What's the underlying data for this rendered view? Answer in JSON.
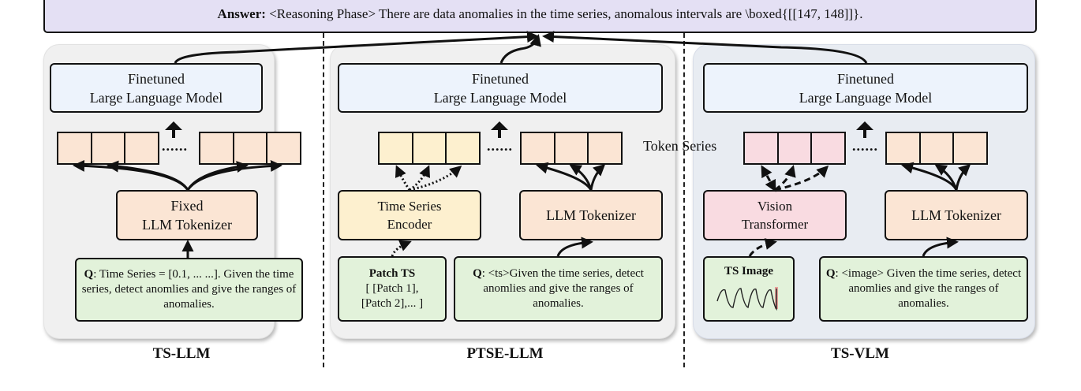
{
  "answer": {
    "prefix": "Answer:",
    "text": " <Reasoning Phase> There are data anomalies in the time series, anomalous intervals are \\boxed{[[147, 148]]}."
  },
  "panels": [
    {
      "title": "TS-LLM",
      "llm_line1": "Finetuned",
      "llm_line2": "Large Language Model",
      "tokenizer_line1": "Fixed",
      "tokenizer_line2": "LLM Tokenizer",
      "question_bold": "Q",
      "question_text": ": Time Series = [0.1, ... ...]. Given the time series, detect anomlies and give the ranges of anomalies.",
      "ellipsis": "......"
    },
    {
      "title": "PTSE-LLM",
      "llm_line1": "Finetuned",
      "llm_line2": "Large Language Model",
      "encoder_line1": "Time Series",
      "encoder_line2": "Encoder",
      "tokenizer": "LLM Tokenizer",
      "input_title": "Patch TS",
      "input_line1": "[ [Patch 1],",
      "input_line2": "[Patch 2],... ]",
      "question_bold": "Q",
      "question_text": ": <ts>Given the time series, detect anomlies and give the ranges of anomalies.",
      "ellipsis": "......"
    },
    {
      "title": "TS-VLM",
      "llm_line1": "Finetuned",
      "llm_line2": "Large Language Model",
      "encoder_line1": "Vision",
      "encoder_line2": "Transformer",
      "tokenizer": "LLM Tokenizer",
      "input_title": "TS Image",
      "question_bold": "Q",
      "question_text": ": <image> Given the time series, detect anomlies and give the ranges of anomalies.",
      "ellipsis": "......",
      "token_series_label": "Token Series"
    }
  ],
  "colors": {
    "answer_bg": "#e4e0f4",
    "llm_bg": "#edf3fc",
    "text_token_bg": "#fbe5d4",
    "ts_encoder_bg": "#fdf0cf",
    "vision_bg": "#f9dbe1",
    "question_bg": "#e2f2da",
    "anomaly_highlight": "#e8a09a"
  }
}
